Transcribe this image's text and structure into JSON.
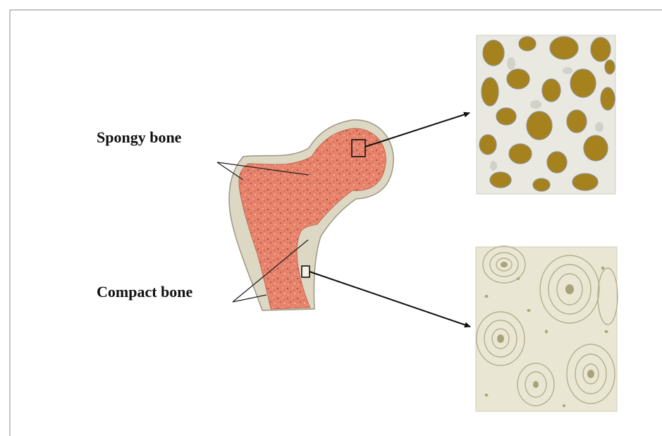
{
  "labels": {
    "spongy": "Spongy bone",
    "compact": "Compact bone"
  },
  "colors": {
    "marrow": "#e8826a",
    "cortex": "#ddd8c4",
    "spongy_texture_bg": "#e9e9e1",
    "spongy_pores": "#a6821f",
    "compact_texture_bg": "#e9e6d4",
    "compact_rings": "#a9a37a"
  },
  "icons": {
    "femur": "femur-cross-section-icon",
    "spongy_micro": "spongy-bone-microstructure-image",
    "compact_micro": "compact-bone-microstructure-image"
  }
}
